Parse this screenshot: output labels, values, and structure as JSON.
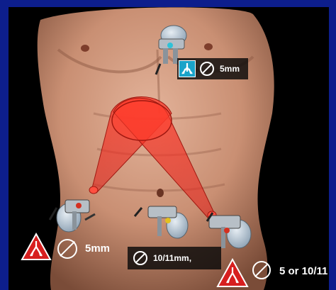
{
  "labels": {
    "top_port_size": "5mm",
    "left_port_size": "5mm",
    "middle_port_size": "10/11mm,",
    "right_port_size": "5 or 10/11"
  },
  "icons": {
    "top_stability": "trocar-stability-icon",
    "warning": "warning-triangle-trocar-icon",
    "diameter": "diameter-symbol-icon"
  },
  "colors": {
    "frame": "#0d1e8c",
    "cone": "#e8231d",
    "warning": "#d71f1f",
    "stability_badge": "#1aa3c9"
  }
}
